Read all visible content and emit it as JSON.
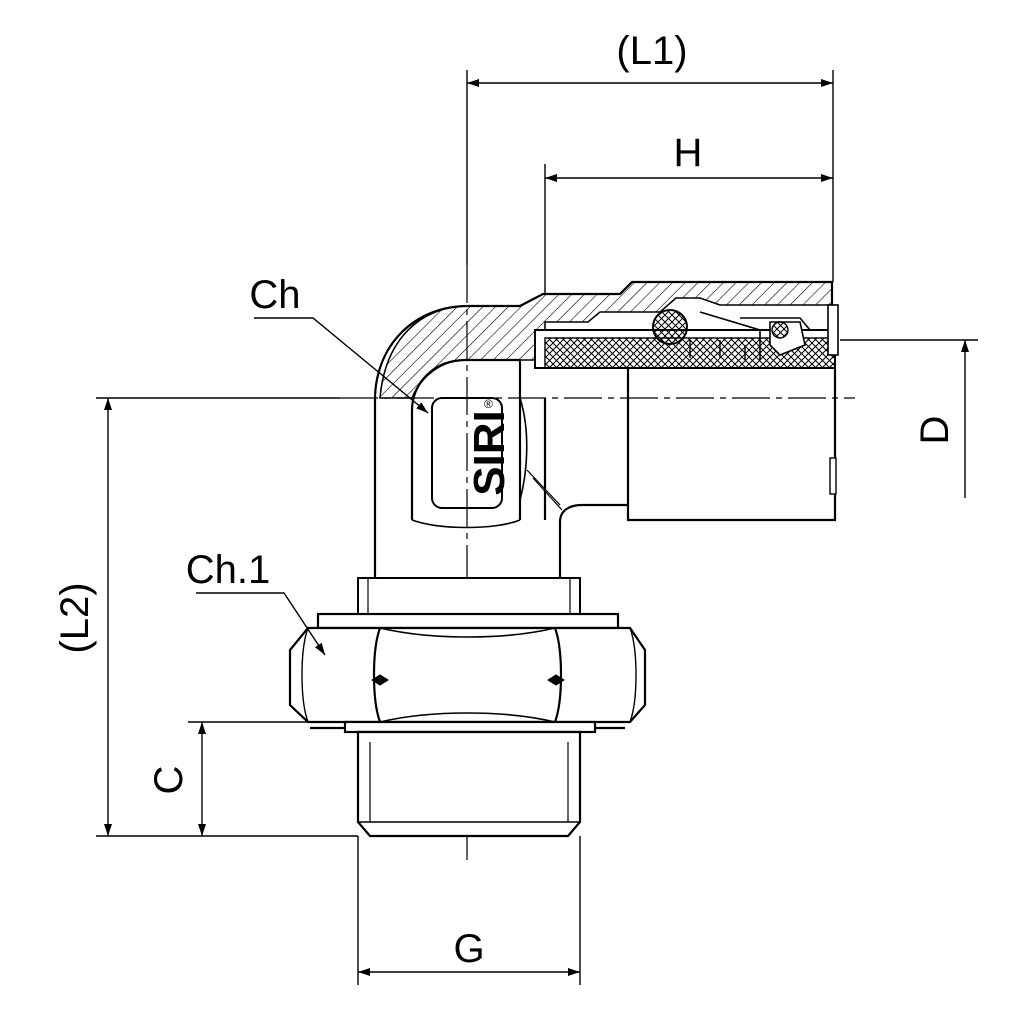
{
  "labels": {
    "L1": "(L1)",
    "H": "H",
    "Ch": "Ch",
    "D": "D",
    "L2": "(L2)",
    "Ch1": "Ch.1",
    "C": "C",
    "G": "G"
  },
  "brand": "SIRI",
  "brand_mark": "®",
  "colors": {
    "ink": "#000000",
    "background": "#ffffff"
  }
}
